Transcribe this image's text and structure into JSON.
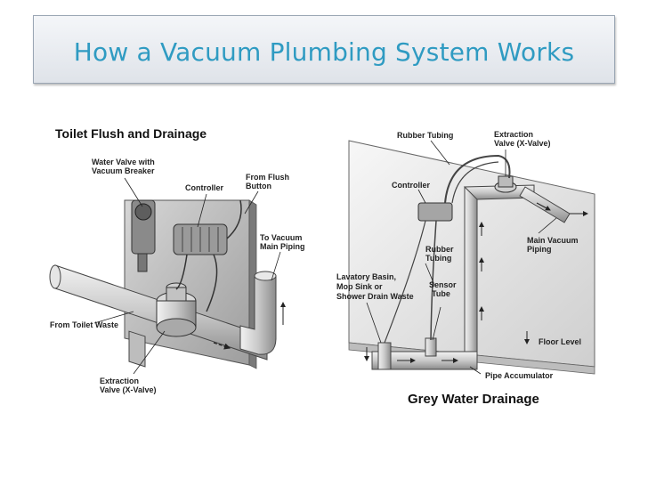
{
  "slide": {
    "title": "How a Vacuum Plumbing System Works"
  },
  "left_diagram": {
    "heading": "Toilet Flush and Drainage",
    "labels": {
      "water_valve_1": "Water Valve with",
      "water_valve_2": "Vacuum Breaker",
      "controller": "Controller",
      "from_flush_1": "From Flush",
      "from_flush_2": "Button",
      "to_vacuum_1": "To Vacuum",
      "to_vacuum_2": "Main Piping",
      "from_toilet": "From Toilet Waste",
      "extraction_1": "Extraction",
      "extraction_2": "Valve (X-Valve)"
    }
  },
  "right_diagram": {
    "heading": "Grey Water Drainage",
    "labels": {
      "rubber_tubing_top": "Rubber Tubing",
      "extraction_1": "Extraction",
      "extraction_2": "Valve (X-Valve)",
      "controller": "Controller",
      "main_vacuum_1": "Main Vacuum",
      "main_vacuum_2": "Piping",
      "rubber_tubing_1": "Rubber",
      "rubber_tubing_2": "Tubing",
      "lavatory_1": "Lavatory Basin,",
      "lavatory_2": "Mop Sink or",
      "lavatory_3": "Shower Drain Waste",
      "sensor_1": "Sensor",
      "sensor_2": "Tube",
      "floor_level": "Floor Level",
      "pipe_accumulator": "Pipe Accumulator"
    }
  }
}
